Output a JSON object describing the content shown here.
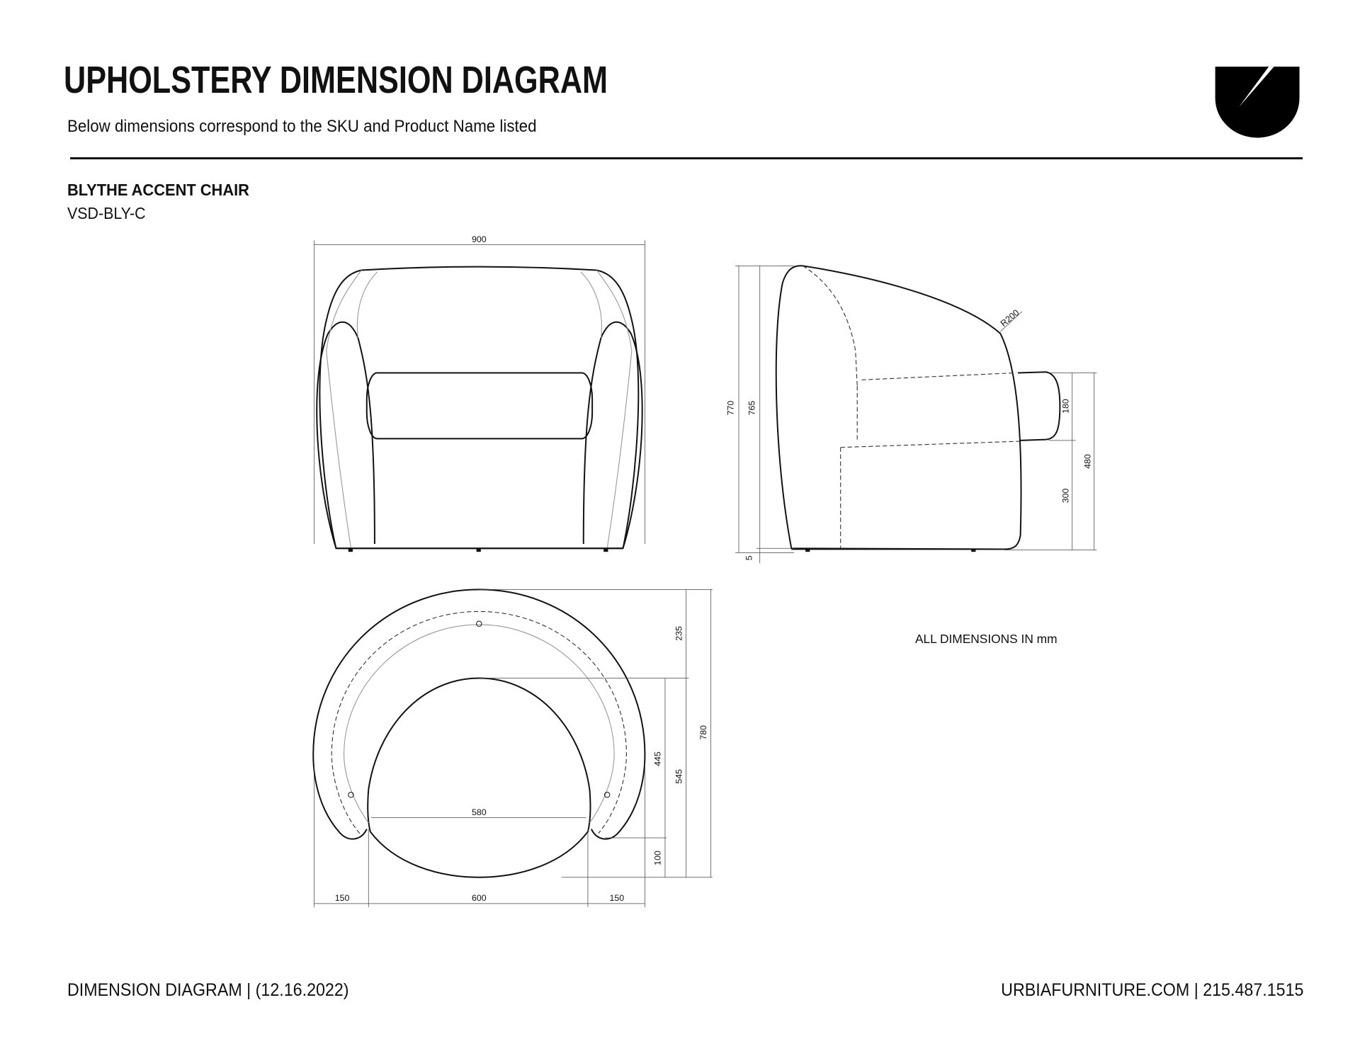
{
  "header": {
    "title": "UPHOLSTERY DIMENSION DIAGRAM",
    "subtitle": "Below dimensions correspond to the SKU and Product Name listed",
    "logo_icon": "urbia-u-logo-icon"
  },
  "product": {
    "name": "BLYTHE ACCENT CHAIR",
    "sku": "VSD-BLY-C"
  },
  "front_view": {
    "width": "900"
  },
  "side_view": {
    "overall_height": "770",
    "body_height": "765",
    "leg_clearance": "5",
    "back_radius": "R200",
    "arm_height": "180",
    "arm_top_height": "480",
    "seat_height": "300"
  },
  "top_view": {
    "inner_width": "580",
    "left_arm": "150",
    "seat_width": "600",
    "right_arm": "150",
    "back_depth": "235",
    "seat_depth": "445",
    "front_overhang": "100",
    "inner_depth": "545",
    "overall_depth": "780"
  },
  "note": "ALL DIMENSIONS IN mm",
  "footer": {
    "left": "DIMENSION DIAGRAM | (12.16.2022)",
    "right": "URBIAFURNITURE.COM  |  215.487.1515"
  }
}
